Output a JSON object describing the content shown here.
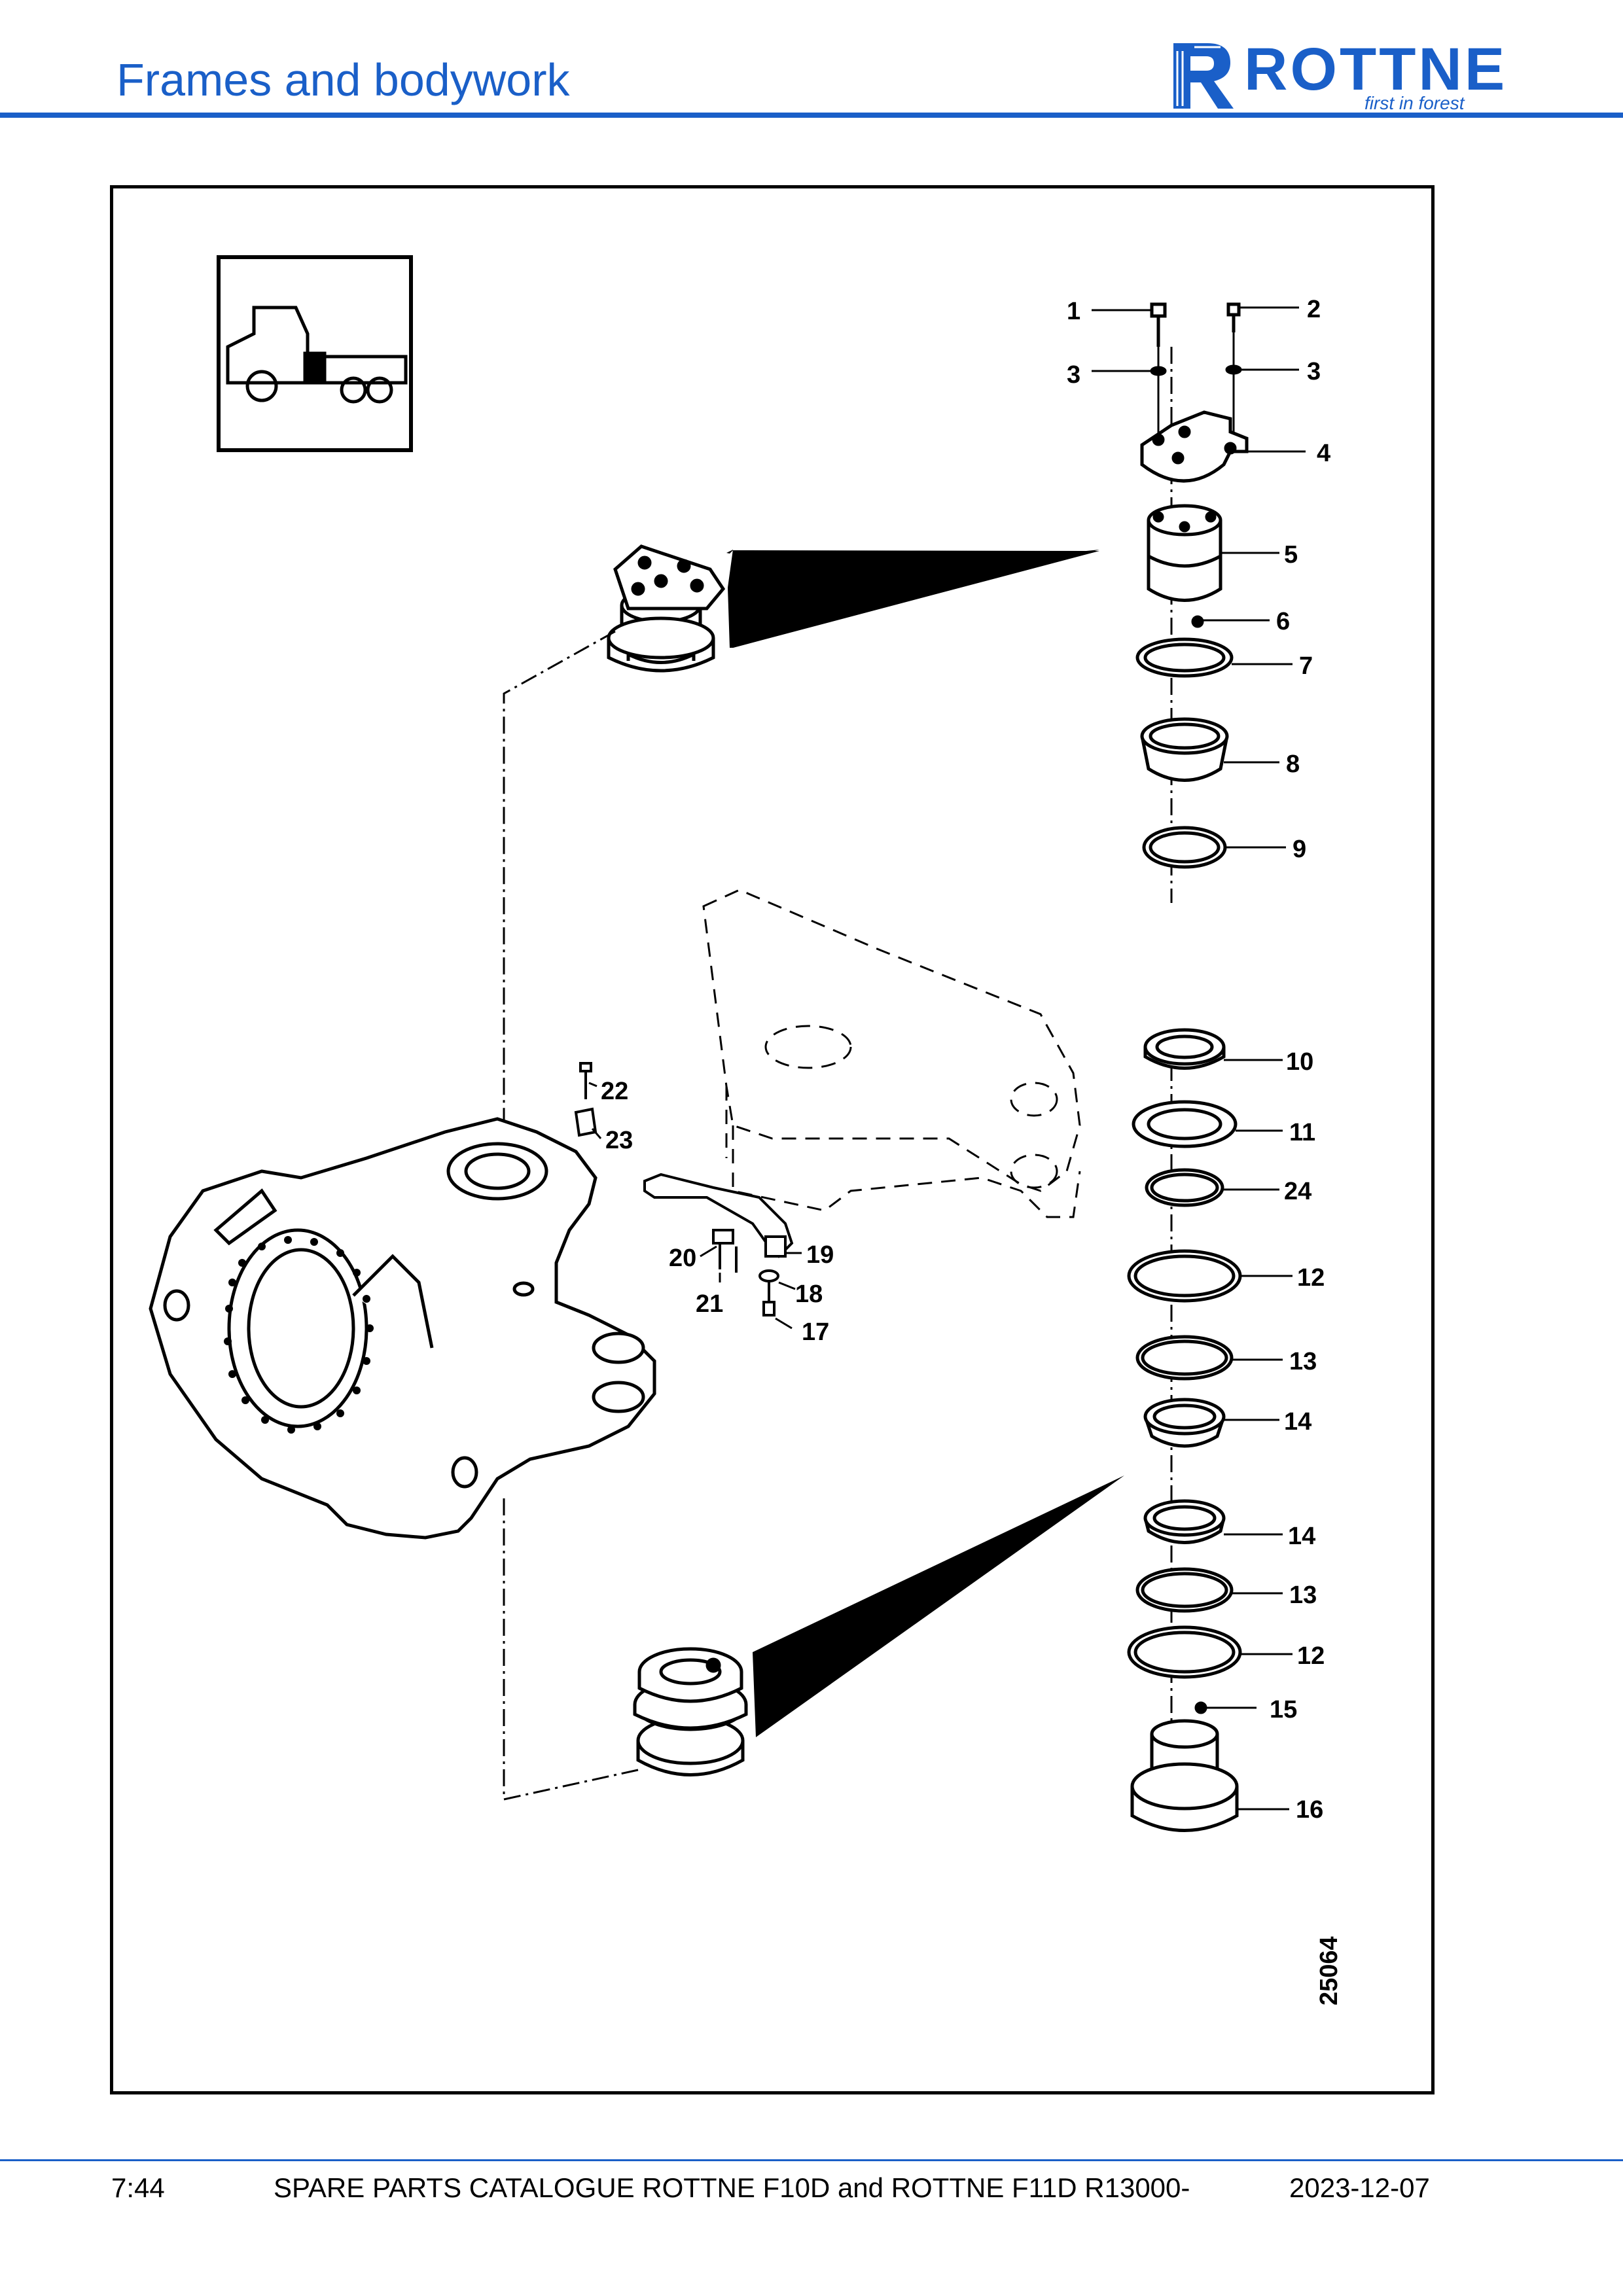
{
  "header": {
    "title": "Frames and bodywork"
  },
  "logo": {
    "name": "ROTTNE",
    "tagline": "first in forest",
    "brand_color": "#1a5fc8"
  },
  "drawing": {
    "number": "25064",
    "callouts": [
      "1",
      "2",
      "3",
      "3",
      "4",
      "5",
      "6",
      "7",
      "8",
      "9",
      "10",
      "11",
      "24",
      "12",
      "13",
      "14",
      "14",
      "13",
      "12",
      "15",
      "16",
      "22",
      "23",
      "19",
      "20",
      "18",
      "21",
      "17"
    ]
  },
  "footer": {
    "page": "7:44",
    "catalogue": "SPARE PARTS CATALOGUE ROTTNE F10D and ROTTNE F11D R13000-",
    "date": "2023-12-07"
  }
}
